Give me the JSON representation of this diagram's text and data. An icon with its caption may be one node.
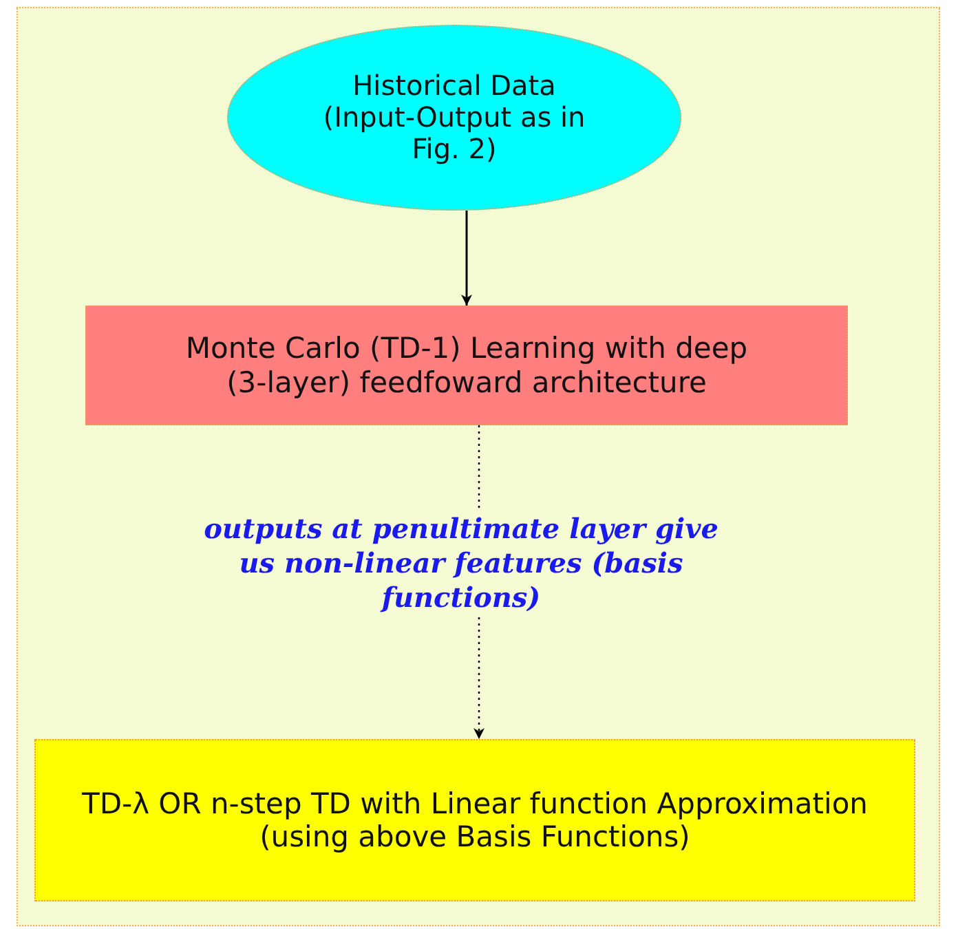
{
  "diagram": {
    "nodes": [
      {
        "text": [
          "Historical Data (Input-Output as in Fig. 2)"
        ]
      },
      {
        "text": [
          "Monte Carlo (TD-1) Learning with deep (3-layer) feedfoward architecture"
        ]
      },
      {
        "text": [
          "TD-λ OR n-step TD with Linear function Approximation (using above Basis Functions)"
        ]
      }
    ],
    "edges": [
      {
        "from": 0,
        "to": 1,
        "arrow": "to"
      },
      {
        "from": 1,
        "to": 2,
        "arrow": "to",
        "style": "dashed",
        "label": "outputs at penultimate layer give us non-linear features (basis functions)"
      }
    ]
  }
}
